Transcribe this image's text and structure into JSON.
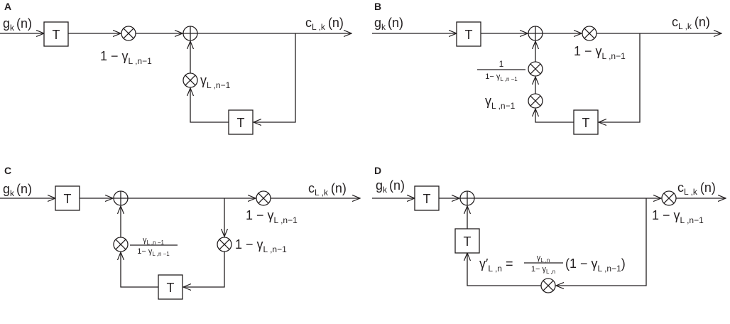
{
  "panels": {
    "A": {
      "label": "A",
      "input": {
        "main": "g",
        "sub": "k",
        "arg": "(n)"
      },
      "output": {
        "main": "c",
        "sub": "L ,k",
        "arg": "(n)"
      },
      "delay": "T",
      "gain_fwd": {
        "prefix": "1 − ",
        "main": "γ",
        "sub": "L ,n−1"
      },
      "gain_fb": {
        "main": "γ",
        "sub": "L ,n−1"
      }
    },
    "B": {
      "label": "B",
      "input": {
        "main": "g",
        "sub": "k",
        "arg": "(n)"
      },
      "output": {
        "main": "c",
        "sub": "L ,k",
        "arg": "(n)"
      },
      "delay": "T",
      "gain_out": {
        "prefix": "1 − ",
        "main": "γ",
        "sub": "L ,n−1"
      },
      "gain_frac": {
        "num": "1",
        "den_prefix": "1− ",
        "den_main": "γ",
        "den_sub": "L ,n −1"
      },
      "gain_fb": {
        "main": "γ",
        "sub": "L ,n−1"
      }
    },
    "C": {
      "label": "C",
      "input": {
        "main": "g",
        "sub": "k",
        "arg": "(n)"
      },
      "output": {
        "main": "c",
        "sub": "L ,k",
        "arg": "(n)"
      },
      "delay": "T",
      "gain_frac": {
        "num_main": "γ",
        "num_sub": "L ,n −1",
        "den_prefix": "1− ",
        "den_main": "γ",
        "den_sub": "L ,n −1"
      },
      "gain_out": {
        "prefix": "1 − ",
        "main": "γ",
        "sub": "L ,n−1"
      },
      "gain_branch": {
        "prefix": "1 − ",
        "main": "γ",
        "sub": "L ,n−1"
      }
    },
    "D": {
      "label": "D",
      "input": {
        "main": "g",
        "sub": "k",
        "arg": "(n)"
      },
      "output": {
        "main": "c",
        "sub": "L ,k",
        "arg": "(n)"
      },
      "delay": "T",
      "gain_out": {
        "prefix": "1 − ",
        "main": "γ",
        "sub": "L ,n−1"
      },
      "eq": {
        "lhs_main": "γ′",
        "lhs_sub": "L ,n",
        "equals": " = ",
        "num_main": "γ",
        "num_sub": "L ,n",
        "den_prefix": "1− ",
        "den_main": "γ",
        "den_sub": "L ,n",
        "tail_prefix": "(1 − ",
        "tail_main": "γ",
        "tail_sub": "L ,n−1",
        "tail_suffix": ")"
      }
    }
  }
}
